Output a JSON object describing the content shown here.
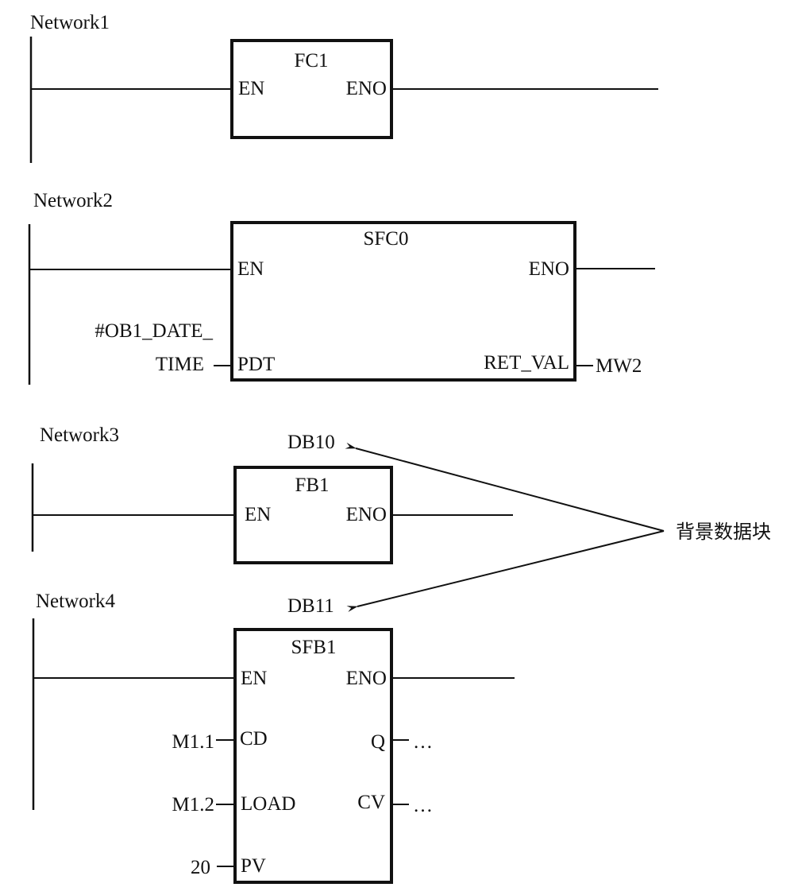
{
  "colors": {
    "ink": "#111111",
    "background": "#ffffff"
  },
  "networks": [
    {
      "title": "Network1",
      "block": "FC1",
      "en": "EN",
      "eno": "ENO"
    },
    {
      "title": "Network2",
      "block": "SFC0",
      "en": "EN",
      "eno": "ENO",
      "inputs": [
        {
          "pin": "PDT",
          "operand_line1": "#OB1_DATE_",
          "operand_line2": "TIME"
        }
      ],
      "outputs": [
        {
          "pin": "RET_VAL",
          "operand": "MW2"
        }
      ]
    },
    {
      "title": "Network3",
      "block": "FB1",
      "instance_db": "DB10",
      "en": "EN",
      "eno": "ENO"
    },
    {
      "title": "Network4",
      "block": "SFB1",
      "instance_db": "DB11",
      "en": "EN",
      "eno": "ENO",
      "inputs": [
        {
          "pin": "CD",
          "operand": "M1.1"
        },
        {
          "pin": "LOAD",
          "operand": "M1.2"
        },
        {
          "pin": "PV",
          "operand": "20"
        }
      ],
      "outputs": [
        {
          "pin": "Q",
          "operand": "…"
        },
        {
          "pin": "CV",
          "operand": "…"
        }
      ]
    }
  ],
  "annotation": {
    "label": "背景数据块"
  }
}
